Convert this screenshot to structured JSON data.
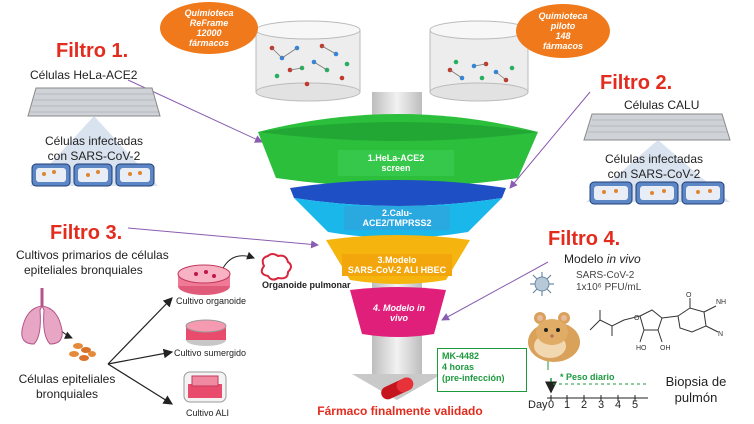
{
  "libraries": {
    "reframe": {
      "line1": "Quimioteca",
      "line2": "ReFrame",
      "line3": "12000",
      "line4": "fármacos"
    },
    "pilot": {
      "line1": "Quimioteca",
      "line2": "piloto",
      "line3": "148",
      "line4": "fármacos"
    }
  },
  "filter1": {
    "title": "Filtro 1.",
    "cells": "Células HeLa-ACE2",
    "infected": [
      "Células infectadas",
      "con SARS-CoV-2"
    ]
  },
  "filter2": {
    "title": "Filtro 2.",
    "cells": "Células CALU",
    "infected": [
      "Células infectadas",
      "con SARS-CoV-2"
    ]
  },
  "filter3": {
    "title": "Filtro 3.",
    "desc": [
      "Cultivos primarios de células",
      "epiteliales bronquiales"
    ],
    "epithelial": [
      "Células epiteliales",
      "bronquiales"
    ],
    "organoid_label": "Organoide pulmonar",
    "cultures": [
      "Cultivo organoide",
      "Cultivo sumergido",
      "Cultivo ALI"
    ]
  },
  "filter4": {
    "title": "Filtro 4.",
    "model_prefix": "Modelo ",
    "model_italic": "in vivo",
    "virus": "SARS-CoV-2",
    "dose": "1x10⁶ PFU/mL",
    "drug": [
      "MK-4482",
      "4 horas",
      "(pre-infección)"
    ],
    "weight": "* Peso diario",
    "biopsy": [
      "Biopsia de",
      "pulmón"
    ],
    "day_label": "Day",
    "days": [
      "0",
      "1",
      "2",
      "3",
      "4",
      "5"
    ]
  },
  "funnel": {
    "stage1": [
      "1.HeLa-ACE2",
      "screen"
    ],
    "stage2": [
      "2.Calu-",
      "ACE2/TMPRSS2"
    ],
    "stage3": [
      "3.Modelo",
      "SARS-CoV-2 ALI HBEC"
    ],
    "stage4": [
      "4. Modelo in",
      "vivo"
    ]
  },
  "result": "Fármaco finalmente validado",
  "colors": {
    "red": "#e32b1e",
    "orange": "#f07a1b",
    "green": "#2bbf3c",
    "blue": "#1e4fc4",
    "cyan": "#19b7ea",
    "yellow": "#f6b40f",
    "magenta": "#e01f7a"
  }
}
